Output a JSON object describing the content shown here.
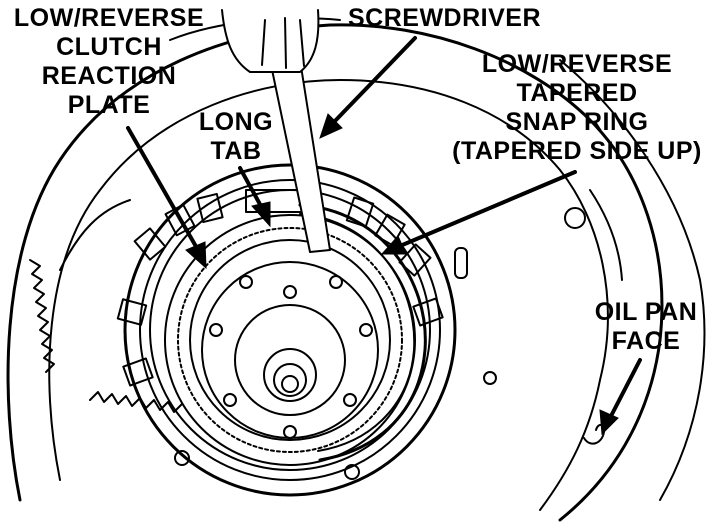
{
  "figure": {
    "background": "#ffffff",
    "ink": "#000000"
  },
  "callouts": {
    "low_reverse_clutch_reaction_plate": [
      "LOW/REVERSE",
      "CLUTCH",
      "REACTION",
      "PLATE"
    ],
    "long_tab": [
      "LONG",
      "TAB"
    ],
    "screwdriver": [
      "SCREWDRIVER"
    ],
    "low_reverse_tapered_snap_ring": [
      "LOW/REVERSE",
      "TAPERED",
      "SNAP RING",
      "(TAPERED SIDE UP)"
    ],
    "oil_pan_face": [
      "OIL PAN",
      "FACE"
    ]
  }
}
